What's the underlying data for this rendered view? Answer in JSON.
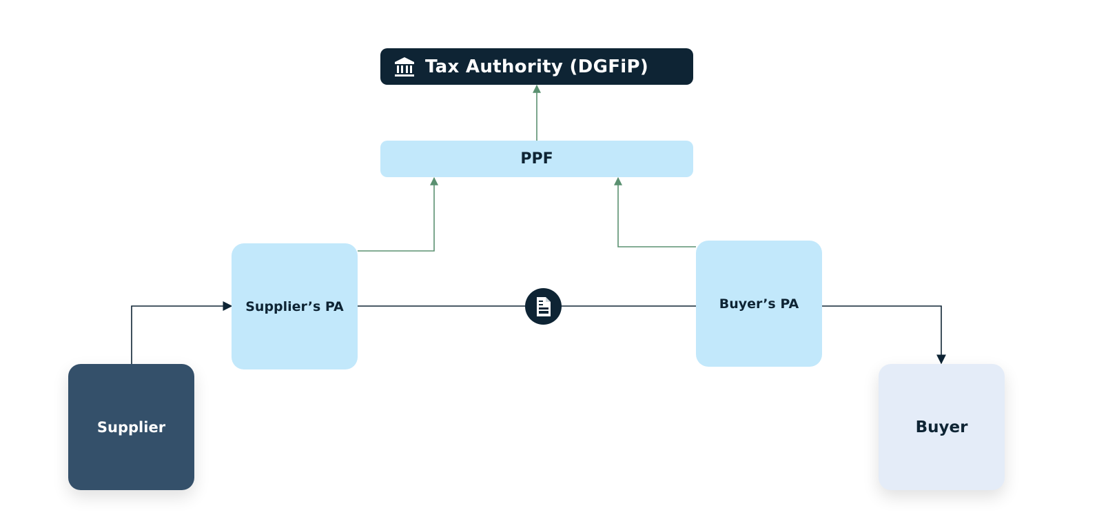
{
  "nodes": {
    "tax_authority": "Tax Authority (DGFiP)",
    "ppf": "PPF",
    "supplier_pa": "Supplier’s PA",
    "buyer_pa": "Buyer’s PA",
    "supplier": "Supplier",
    "buyer": "Buyer"
  },
  "icons": {
    "tax_authority": "bank-building-icon",
    "exchange": "document-icon"
  },
  "colors": {
    "dark_navy": "#0e2434",
    "light_blue": "#c2e8fb",
    "supplier_fill": "#34506a",
    "buyer_fill": "#e4ecf8",
    "reporting_arrow": "#5a9070",
    "flow_arrow": "#0e2434"
  }
}
